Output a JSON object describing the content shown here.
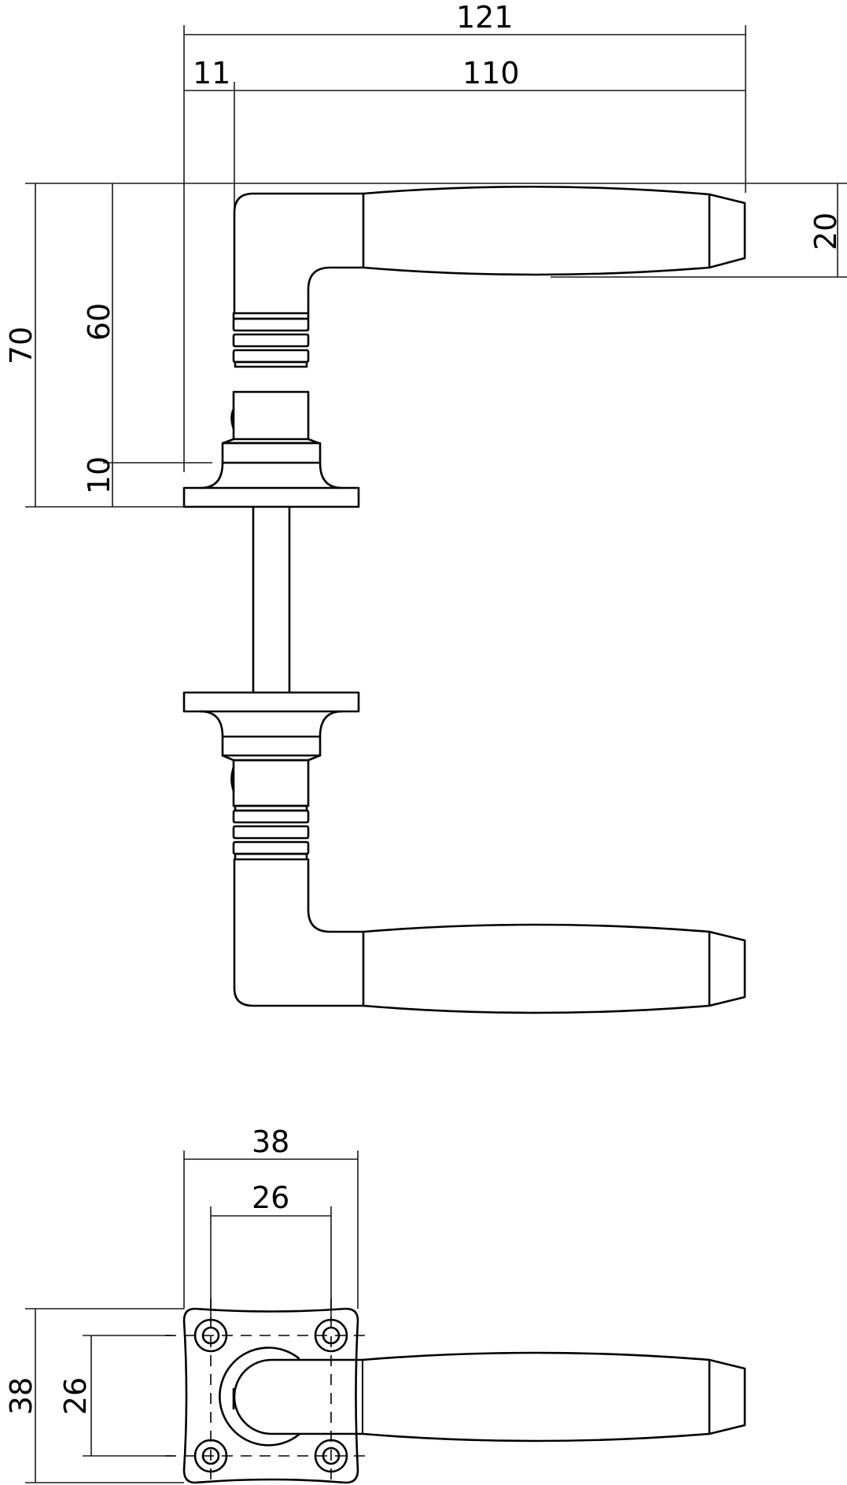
{
  "drawing": {
    "title": "Door lever handle set — technical drawing",
    "units": "mm",
    "colors": {
      "line": "#000000",
      "background": "#ffffff"
    },
    "side_view": {
      "dimensions": {
        "overall_length": "121",
        "rose_offset": "11",
        "lever_length": "110",
        "lever_height": "20",
        "overall_height": "70",
        "lever_axis_height": "60",
        "rose_thickness": "10"
      }
    },
    "rose_view": {
      "dimensions": {
        "rose_width": "38",
        "hole_spacing_x": "26",
        "rose_height": "38",
        "hole_spacing_y": "26"
      },
      "screw_holes": 4
    },
    "views": [
      "upper-lever-side",
      "spindle",
      "lower-lever-side",
      "square-rose-front"
    ]
  }
}
